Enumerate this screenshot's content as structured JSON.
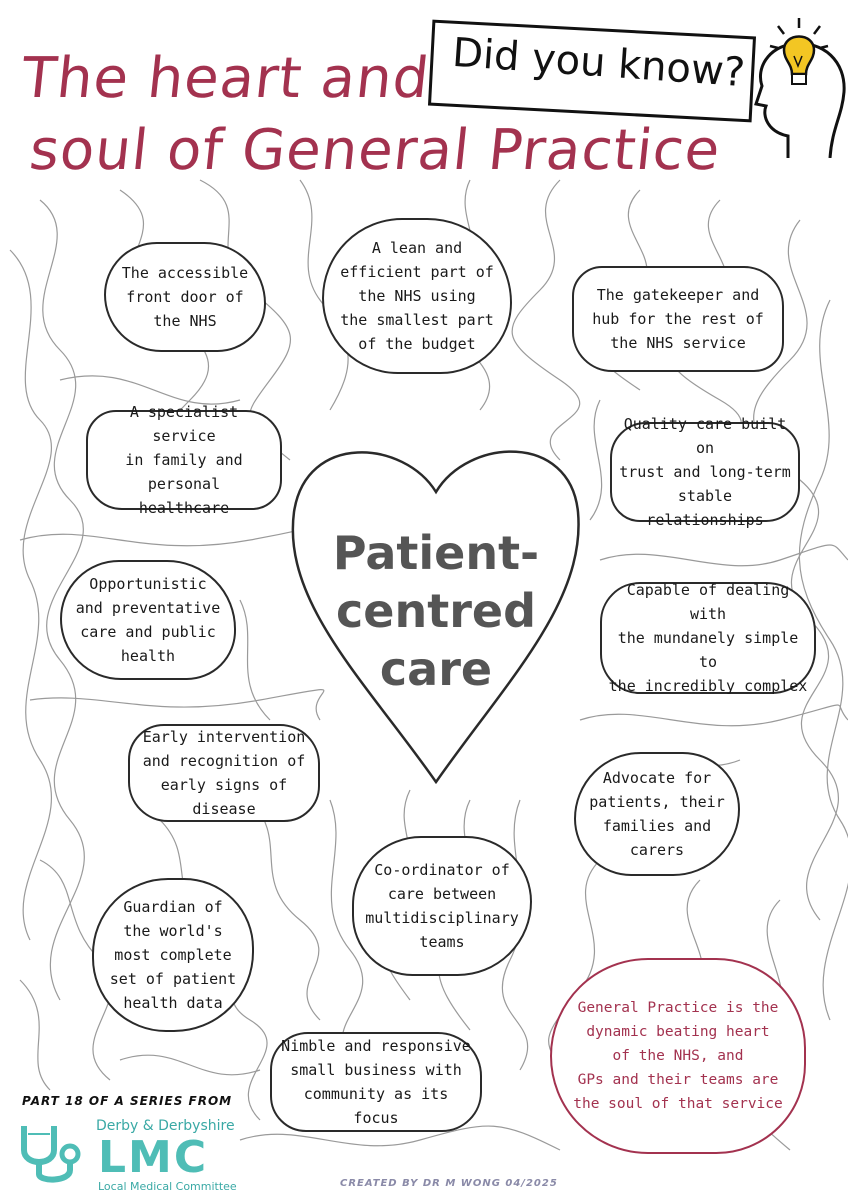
{
  "title": {
    "line1": "The heart and",
    "line2": "soul of General Practice"
  },
  "callout": "Did you know?",
  "center": "Patient-\ncentred\ncare",
  "bubbles": [
    {
      "id": "b1",
      "text": "The accessible\nfront door of\nthe NHS"
    },
    {
      "id": "b2",
      "text": "A lean and\nefficient part of\nthe NHS using\nthe smallest part\nof the budget"
    },
    {
      "id": "b3",
      "text": "The gatekeeper and\nhub for the rest of\nthe NHS service"
    },
    {
      "id": "b4",
      "text": "A specialist service\nin family and personal\nhealthcare"
    },
    {
      "id": "b5",
      "text": "Quality care built on\ntrust and long-term\nstable relationships"
    },
    {
      "id": "b6",
      "text": "Opportunistic\nand preventative\ncare and public\nhealth"
    },
    {
      "id": "b7",
      "text": "Capable of dealing with\nthe mundanely simple to\nthe incredibly complex"
    },
    {
      "id": "b8",
      "text": "Early intervention\nand recognition of\nearly signs of disease"
    },
    {
      "id": "b9",
      "text": "Advocate for\npatients, their\nfamilies and\ncarers"
    },
    {
      "id": "b10",
      "text": "Co-ordinator of\ncare between\nmultidisciplinary\nteams"
    },
    {
      "id": "b11",
      "text": "Guardian of\nthe world's\nmost complete\nset of patient\nhealth data"
    },
    {
      "id": "b12",
      "text": "Nimble and responsive\nsmall business with\ncommunity as its focus"
    }
  ],
  "final_message": "General Practice is the\ndynamic beating heart\nof the NHS, and\nGPs and their teams are\nthe soul of that service",
  "footer": {
    "series": "PART 18 OF A SERIES FROM",
    "org_top": "Derby & Derbyshire",
    "org_name": "LMC",
    "org_sub": "Local Medical Committee",
    "credit": "CREATED BY DR M WONG 04/2025"
  },
  "colors": {
    "accent": "#a3324f",
    "logo": "#4fbdb6"
  },
  "icons": [
    "thinking-head-icon",
    "lightbulb-icon",
    "heart-shape",
    "stethoscope-icon"
  ]
}
